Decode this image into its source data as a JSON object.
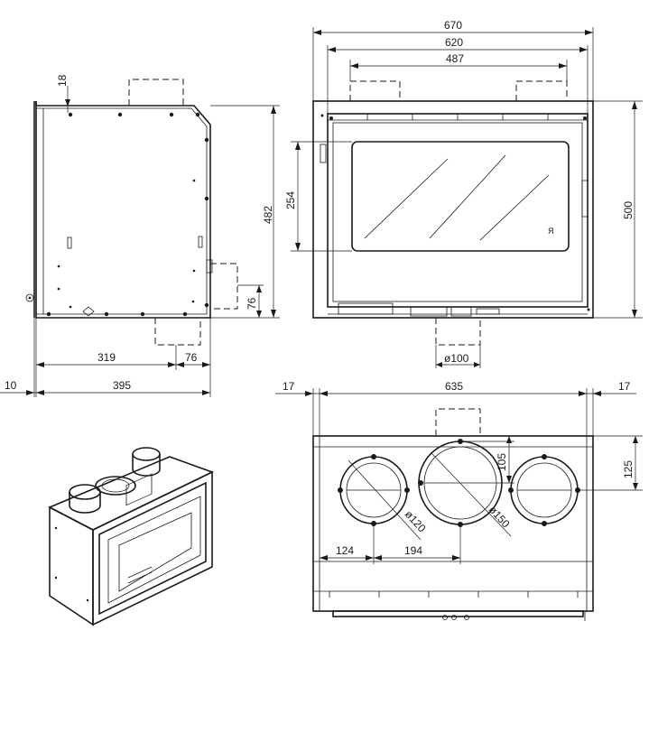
{
  "side_view": {
    "dims": {
      "top_offset": "18",
      "height": "482",
      "depth": "319",
      "rear_offset": "76",
      "total_depth": "395",
      "wall_gap": "10",
      "outlet_height": "76"
    }
  },
  "front_view": {
    "dims": {
      "overall_width": "670",
      "inner_width": "620",
      "outlet_spacing": "487",
      "glass_height": "254",
      "height": "500",
      "bottom_outlet": "ø100"
    }
  },
  "top_view": {
    "dims": {
      "left_margin": "17",
      "width": "635",
      "right_margin": "17",
      "offset_105": "105",
      "offset_125": "125",
      "dia_120": "ø120",
      "dia_150": "ø150",
      "pos_124": "124",
      "pos_194": "194"
    }
  }
}
